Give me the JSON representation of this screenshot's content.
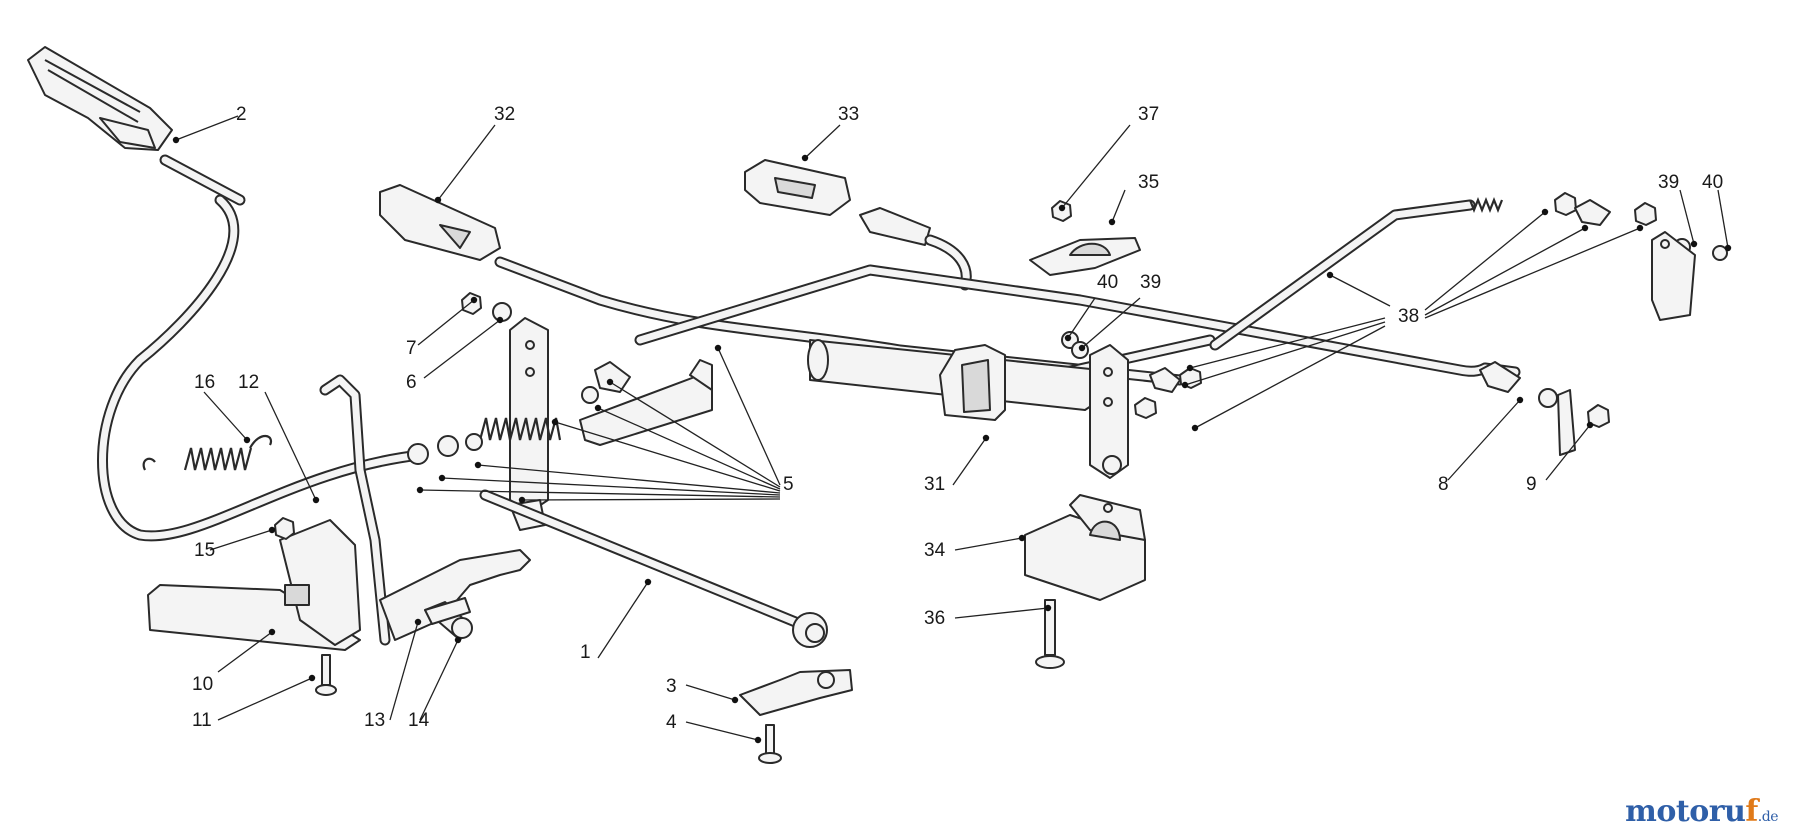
{
  "callouts": {
    "c1": "1",
    "c2": "2",
    "c3": "3",
    "c4": "4",
    "c5": "5",
    "c6": "6",
    "c7": "7",
    "c8": "8",
    "c9": "9",
    "c10": "10",
    "c11": "11",
    "c12": "12",
    "c13": "13",
    "c14": "14",
    "c15": "15",
    "c16": "16",
    "c31": "31",
    "c32": "32",
    "c33": "33",
    "c34": "34",
    "c35": "35",
    "c36": "36",
    "c37": "37",
    "c38": "38",
    "c39a": "39",
    "c39b": "39",
    "c40a": "40",
    "c40b": "40"
  },
  "watermark": {
    "part1": "motoru",
    "part2": "f",
    "part3": ".de"
  }
}
